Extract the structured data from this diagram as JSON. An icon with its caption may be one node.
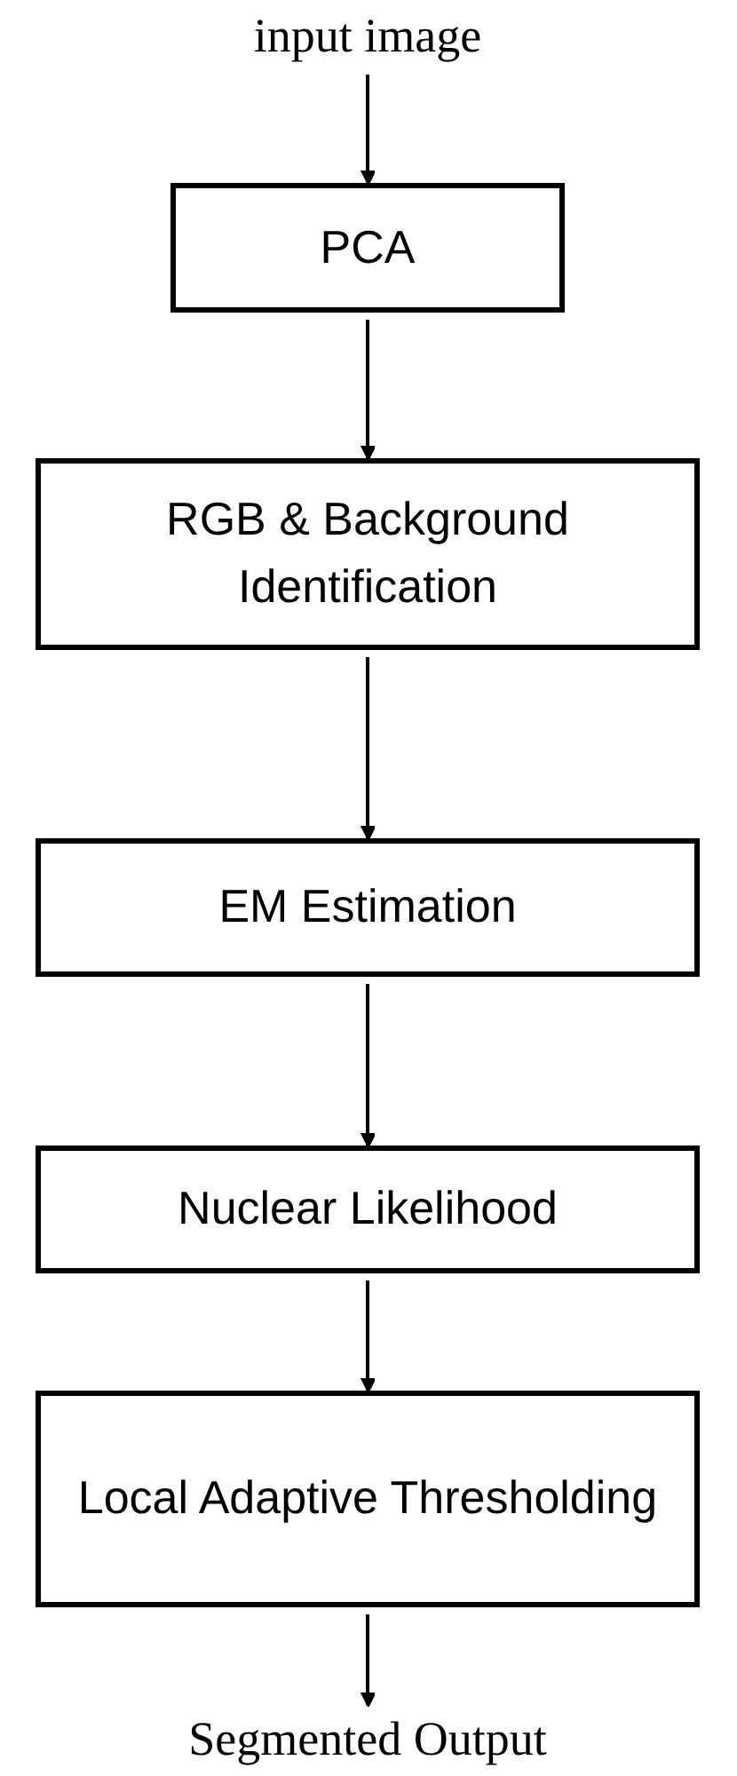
{
  "diagram": {
    "nodes": [
      {
        "text": [
          "input image"
        ]
      },
      {
        "text": [
          "PCA"
        ]
      },
      {
        "text": [
          "RGB & Background Identification"
        ]
      },
      {
        "text": [
          "EM Estimation"
        ]
      },
      {
        "text": [
          "Nuclear Likelihood"
        ]
      },
      {
        "text": [
          "Local Adaptive Thresholding"
        ]
      },
      {
        "text": [
          "Segmented Output"
        ]
      }
    ],
    "edges": [
      {
        "from": 0,
        "to": 1,
        "arrow": "to"
      },
      {
        "from": 1,
        "to": 2,
        "arrow": "to"
      },
      {
        "from": 2,
        "to": 3,
        "arrow": "to"
      },
      {
        "from": 3,
        "to": 4,
        "arrow": "to"
      },
      {
        "from": 4,
        "to": 5,
        "arrow": "to"
      },
      {
        "from": 5,
        "to": 6,
        "arrow": "to"
      }
    ]
  }
}
